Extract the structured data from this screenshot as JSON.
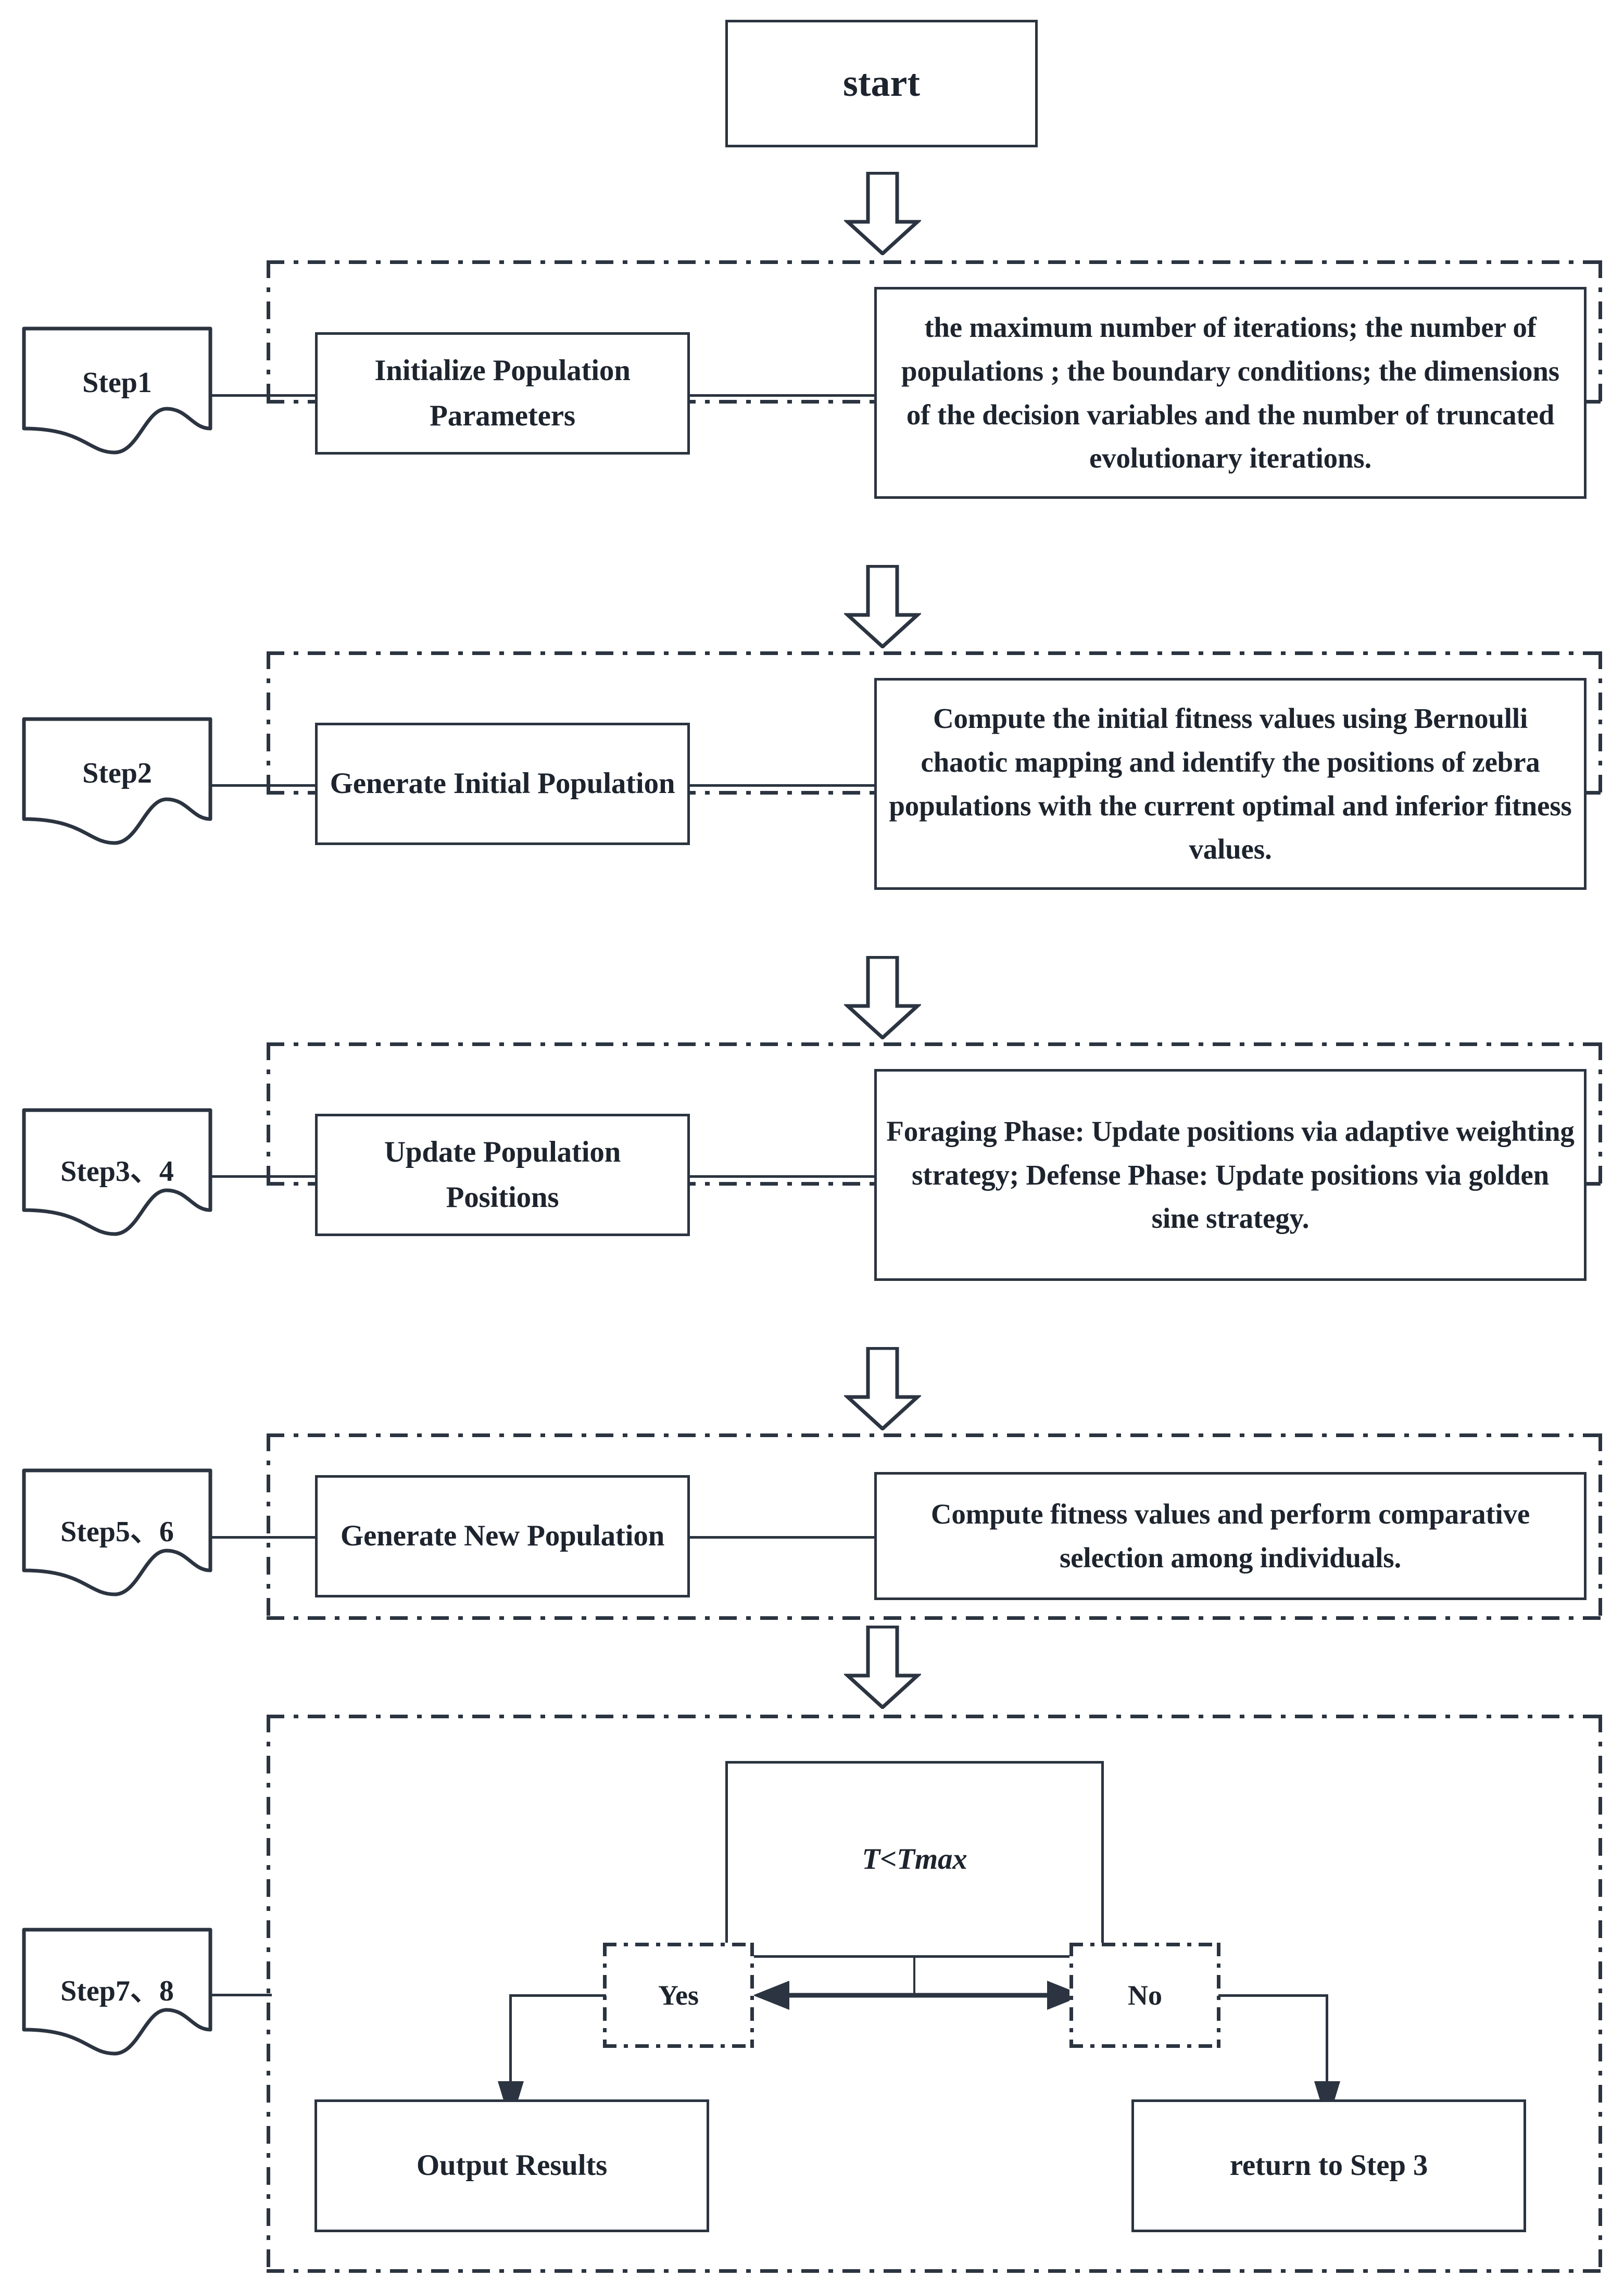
{
  "diagram": {
    "title_node": "start",
    "stages": [
      {
        "step_label": "Step1",
        "action": "Initialize Population Parameters",
        "detail": "the maximum number of iterations; the number of populations ; the boundary conditions; the dimensions of the decision variables and the number of truncated evolutionary iterations."
      },
      {
        "step_label": "Step2",
        "action": "Generate Initial Population",
        "detail": "Compute the initial fitness values using Bernoulli chaotic mapping and identify the positions of zebra populations with the current optimal and inferior fitness values."
      },
      {
        "step_label": "Step3、4",
        "action": "Update Population Positions",
        "detail": "Foraging Phase: Update positions via adaptive weighting strategy; Defense Phase: Update positions via golden sine strategy."
      },
      {
        "step_label": "Step5、6",
        "action": "Generate New Population",
        "detail": "Compute fitness values and perform comparative selection among individuals."
      }
    ],
    "decision_stage": {
      "step_label": "Step7、8",
      "condition": "T<Tmax",
      "branch_yes": "Yes",
      "branch_no": "No",
      "outcome_yes": "Output Results",
      "outcome_no": "return to Step 3"
    },
    "connector_icon": "down-block-arrow",
    "colors": {
      "stroke": "#2b3440",
      "background": "#ffffff"
    }
  }
}
